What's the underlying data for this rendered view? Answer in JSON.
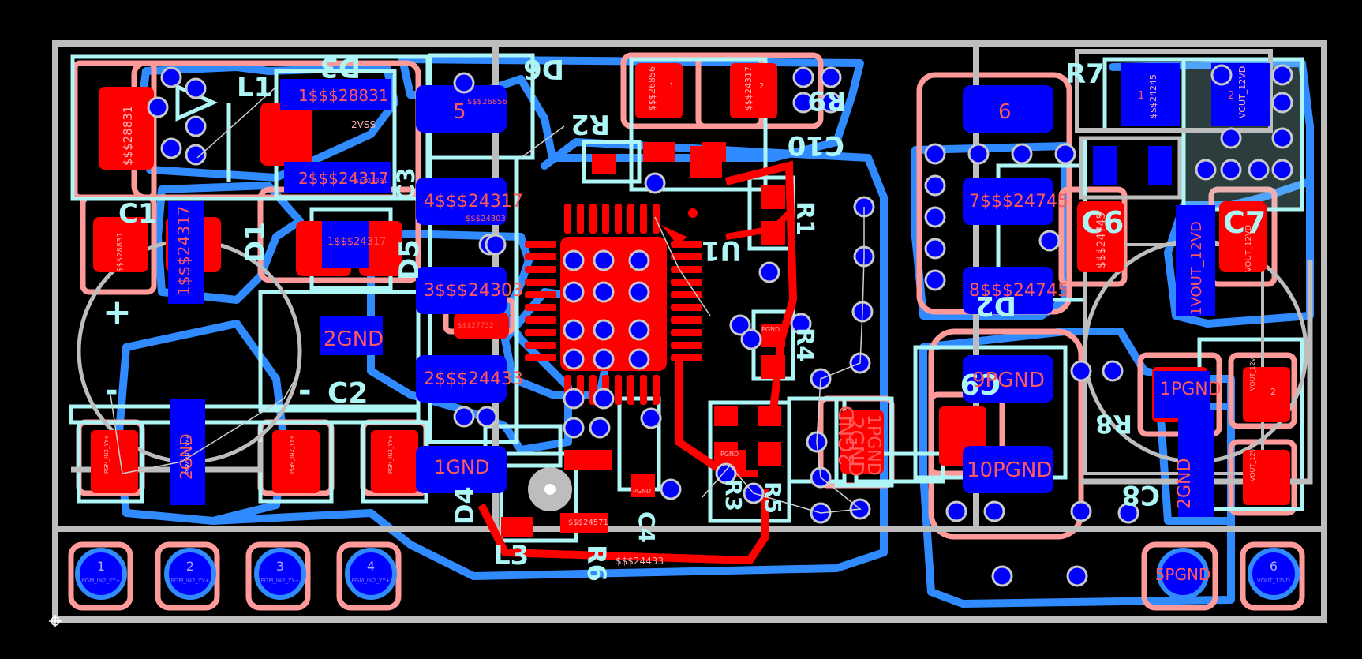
{
  "colors": {
    "background": "#000000",
    "top_copper": "#ff0000",
    "top_mask_outline": "#ff9a9a",
    "bottom_copper": "#0000ff",
    "bottom_trace": "#2f8bff",
    "top_silk": "#aef5f5",
    "board_outline": "#bdbdbd",
    "via": "#ffffff"
  },
  "designators": {
    "D3": "D3",
    "L1": "L1",
    "C1": "C1",
    "D1": "D1",
    "C2": "C2",
    "D5": "D5",
    "C3": "C3",
    "D6": "D6",
    "R2": "R2",
    "R9": "R9",
    "C10": "C10",
    "R1": "R1",
    "U1": "U1",
    "R4": "R4",
    "D4": "D4",
    "L3": "L3",
    "R3": "R3",
    "R5": "R5",
    "C4": "C4",
    "R6": "R6",
    "R7": "R7",
    "C6": "C6",
    "C7": "C7",
    "D2": "D2",
    "C9": "C9",
    "R8": "R8",
    "C8": "C8"
  },
  "pads": {
    "d3_p1": "1$$$28831",
    "d3_p2": "2$$$24317",
    "d3_p2_sub": "$$$28831",
    "d3_net2": "2VSS",
    "d6_p5": "5",
    "d6_p5_net": "$$$26856",
    "d6_p4": "4$$$24317",
    "d6_p4_net": "$$$24303",
    "d6_p3": "3$$$24303",
    "d6_p3_net": "$$$27732",
    "d6_p2": "2$$$24433",
    "d6_p1": "1GND",
    "d1_p1": "1$$$24317",
    "d1_p2": "2GND",
    "c1_p1": "1$$$24317",
    "c1_p2": "2GND",
    "l1_left": "$$$28831",
    "left_smd_net": "$$$28831",
    "top_r1": "$$$26856",
    "top_r2": "$$$24317",
    "top_r2_pin": "2",
    "top_r1_pin": "1",
    "d5_p6": "6",
    "d5_p7": "7$$$24745",
    "d5_p8": "8$$$24745",
    "d5_p9": "9PGND",
    "d5_p10": "10PGND",
    "c6_net": "$$$24745",
    "c7_p1": "1VOUT_12VD",
    "c7_net": "VOUT_12VD",
    "c8_p1": "1PGND",
    "c8_p2": "2",
    "c8_net2": "VOUT_12VD",
    "c9_p1": "1PGND",
    "c9_p2": "2GND",
    "c4_net": "2GND",
    "r3_net": "PGND",
    "r4_net": "PGND",
    "r5_net": "PGND",
    "u1_net": "$$$24571",
    "r6_net": "$$$24433",
    "r7_p1": "1",
    "r7_p2": "2",
    "r7_net1": "$$$24245",
    "r7_net2": "VOUT_12VD",
    "c2_p2": "2GND",
    "r8_net": "VOUT_12VD",
    "bottom_smd_1": "PGM_IN2_YY+",
    "bottom_smd_2": "PGM_IN2_YY+",
    "bottom_smd_3": "PGM_IN2_YY+",
    "bottom_smd_4": "PGM_IN2_YY+"
  },
  "connector": {
    "pins": [
      {
        "num": "1",
        "net": "PGM_IN2_YY+"
      },
      {
        "num": "2",
        "net": "PGM_IN2_YY+"
      },
      {
        "num": "3",
        "net": "PGM_IN2_YY+"
      },
      {
        "num": "4",
        "net": "PGM_IN2_YY+"
      },
      {
        "num": "5PGND",
        "net": ""
      },
      {
        "num": "6",
        "net": "VOUT_12VD"
      }
    ]
  },
  "polarity": {
    "plus": "+",
    "minus": "-"
  }
}
